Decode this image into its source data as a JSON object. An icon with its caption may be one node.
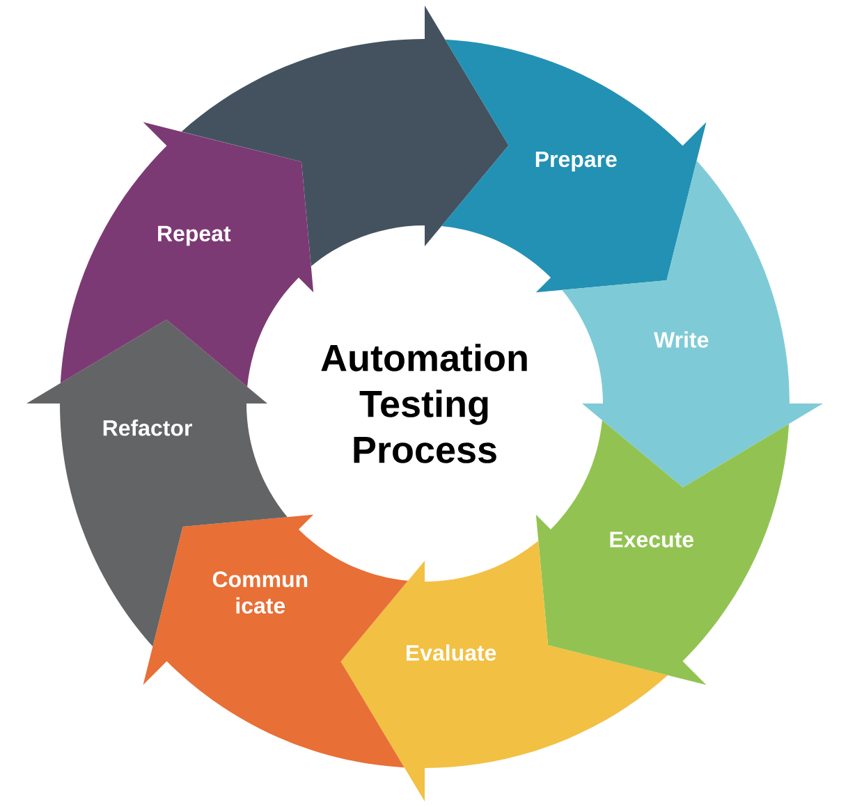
{
  "diagram": {
    "title": "Automation Testing Process",
    "nodes": [
      {
        "text": [],
        "shape": "arrow"
      },
      {
        "text": [
          "Prepare"
        ]
      },
      {
        "text": [
          "Write"
        ]
      },
      {
        "text": [
          "Execute"
        ]
      },
      {
        "text": [
          "Evaluate"
        ]
      },
      {
        "text": [
          "Commun icate"
        ]
      },
      {
        "text": [
          "Refactor"
        ]
      },
      {
        "text": [
          "Repeat"
        ]
      }
    ]
  }
}
